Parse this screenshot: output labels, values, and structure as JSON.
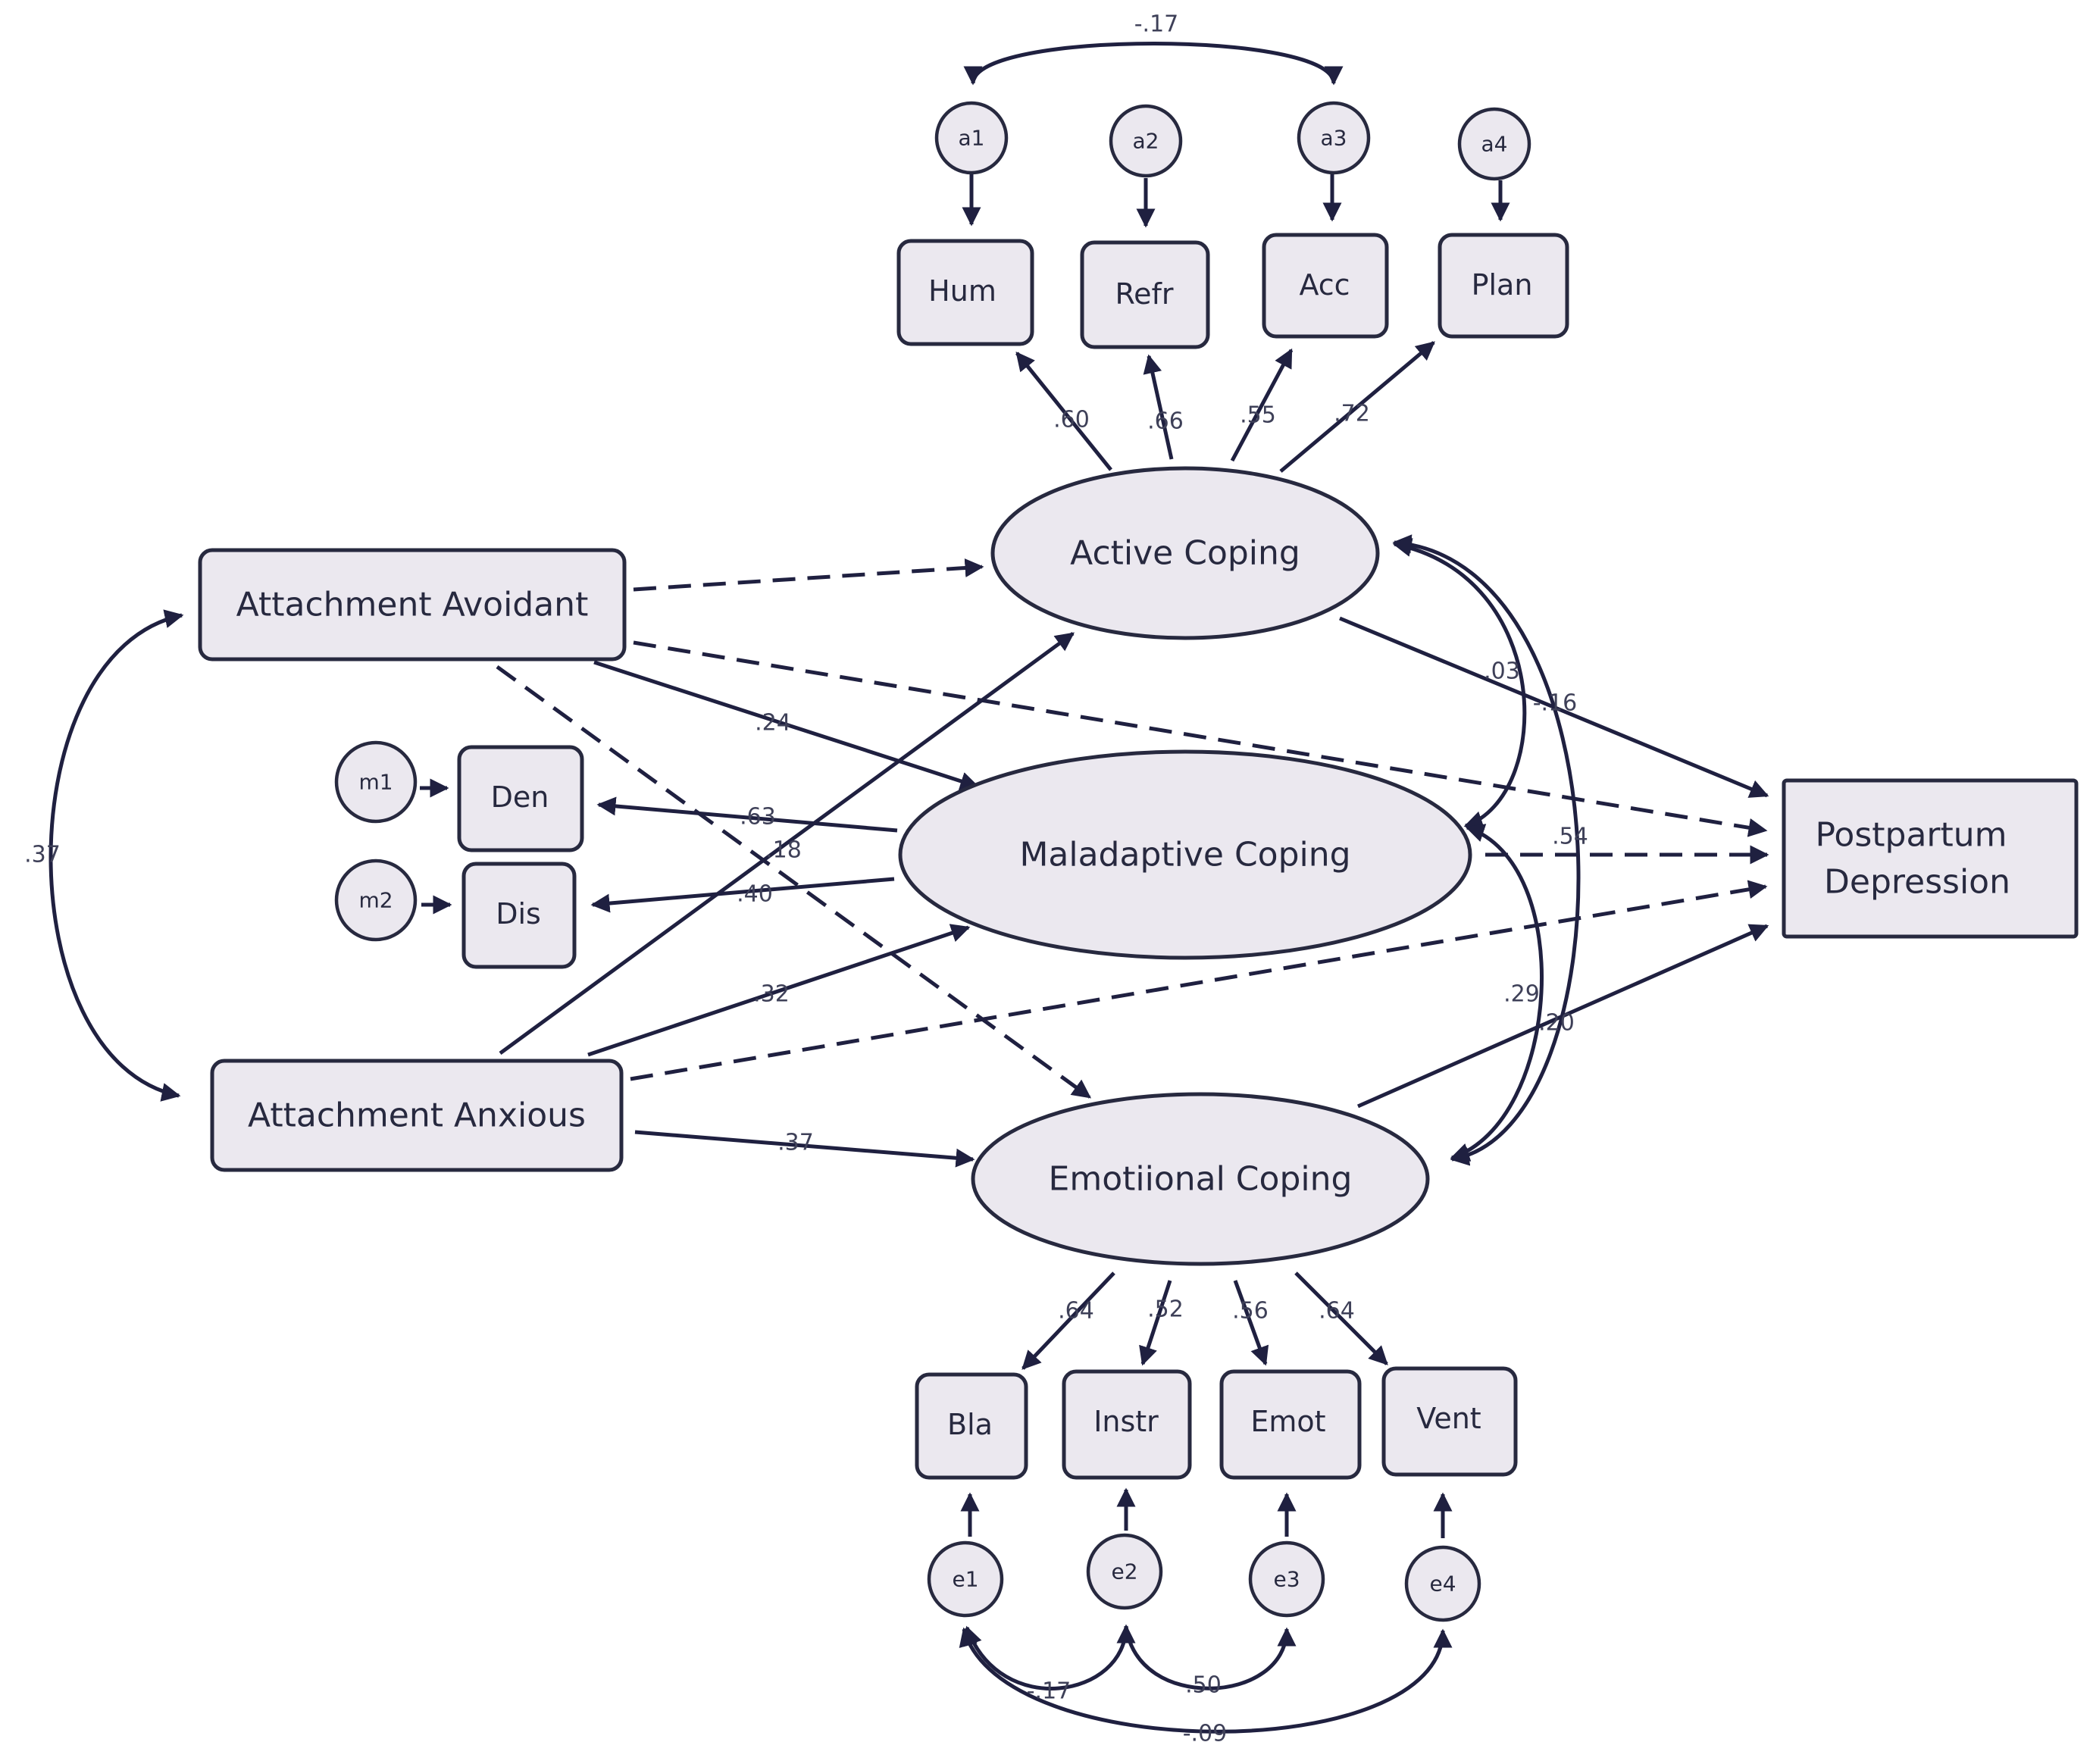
{
  "nodes": {
    "attachment_avoidant": "Attachment Avoidant",
    "attachment_anxious": "Attachment Anxious",
    "active_coping": "Active Coping",
    "maladaptive_coping": "Maladaptive Coping",
    "emotional_coping": "Emotiional Coping",
    "postpartum_line1": "Postpartum",
    "postpartum_line2": "Depression",
    "hum": "Hum",
    "refr": "Refr",
    "acc": "Acc",
    "plan": "Plan",
    "den": "Den",
    "dis": "Dis",
    "bla": "Bla",
    "instr": "Instr",
    "emot": "Emot",
    "vent": "Vent"
  },
  "errors": {
    "a1": "a1",
    "a2": "a2",
    "a3": "a3",
    "a4": "a4",
    "m1": "m1",
    "m2": "m2",
    "e1": "e1",
    "e2": "e2",
    "e3": "e3",
    "e4": "e4"
  },
  "coefficients": {
    "a1_a3": "-.17",
    "hum": ".60",
    "refr": ".66",
    "acc": ".55",
    "plan": ".72",
    "avoid_anx": ".37",
    "avoid_mal": ".24",
    "den": ".63",
    "anx_active": ".18",
    "dis": ".40",
    "anx_mal": ".32",
    "anx_emo": ".37",
    "active_ppd": ".03",
    "avoid_ppd": "-.16",
    "active_emo_cov": ".54",
    "mal_emo_cov": ".29",
    "emo_ppd": ".20",
    "bla": ".64",
    "instr": ".52",
    "emot": ".56",
    "vent": ".64",
    "e1_e2": "-.17",
    "e2_e3": ".50",
    "e1_e4": "-.09"
  }
}
